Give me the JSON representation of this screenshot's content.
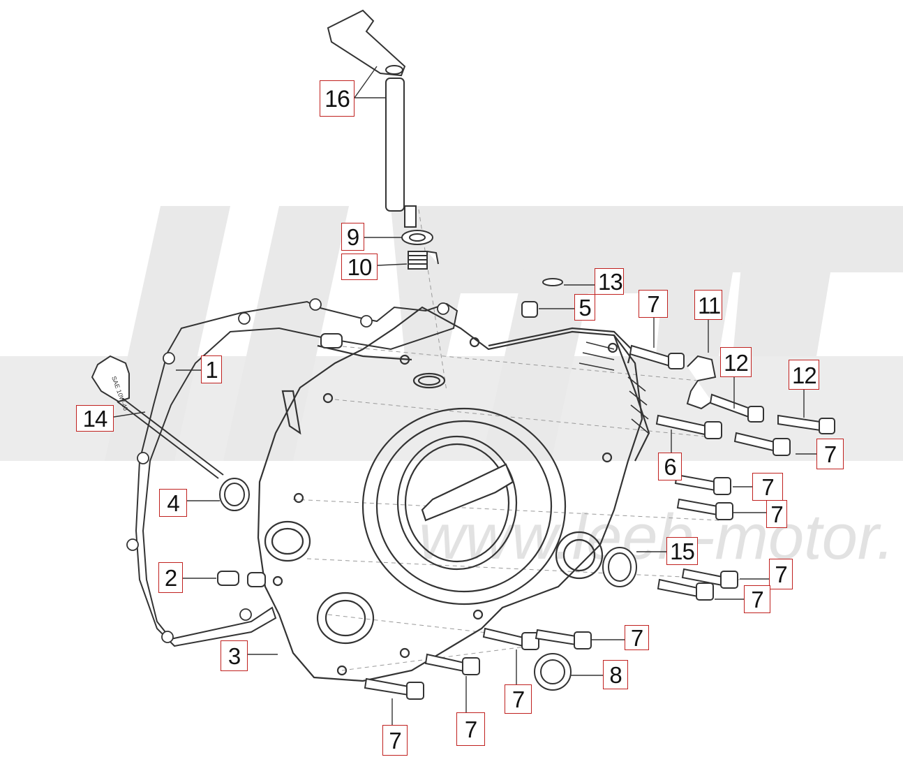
{
  "watermark": {
    "text": "www.leeb-motor."
  },
  "diagram": {
    "stroke_color": "#333333",
    "callout_border_color": "#c0201e",
    "watermark_color": "#e6e6e6",
    "dipstick_label": "SAE 10W-40",
    "callouts": [
      {
        "id": "c16a",
        "label": "16"
      },
      {
        "id": "c9",
        "label": "9"
      },
      {
        "id": "c10",
        "label": "10"
      },
      {
        "id": "c13",
        "label": "13"
      },
      {
        "id": "c5",
        "label": "5"
      },
      {
        "id": "c7a",
        "label": "7"
      },
      {
        "id": "c11",
        "label": "11"
      },
      {
        "id": "c12a",
        "label": "12"
      },
      {
        "id": "c12b",
        "label": "12"
      },
      {
        "id": "c1",
        "label": "1"
      },
      {
        "id": "c14",
        "label": "14"
      },
      {
        "id": "c6",
        "label": "6"
      },
      {
        "id": "c7b",
        "label": "7"
      },
      {
        "id": "c7c",
        "label": "7"
      },
      {
        "id": "c7d",
        "label": "7"
      },
      {
        "id": "c4",
        "label": "4"
      },
      {
        "id": "c15",
        "label": "15"
      },
      {
        "id": "c7e",
        "label": "7"
      },
      {
        "id": "c7f",
        "label": "7"
      },
      {
        "id": "c2",
        "label": "2"
      },
      {
        "id": "c3",
        "label": "3"
      },
      {
        "id": "c7g",
        "label": "7"
      },
      {
        "id": "c8",
        "label": "8"
      },
      {
        "id": "c7h",
        "label": "7"
      },
      {
        "id": "c7i",
        "label": "7"
      },
      {
        "id": "c7j",
        "label": "7"
      }
    ]
  }
}
